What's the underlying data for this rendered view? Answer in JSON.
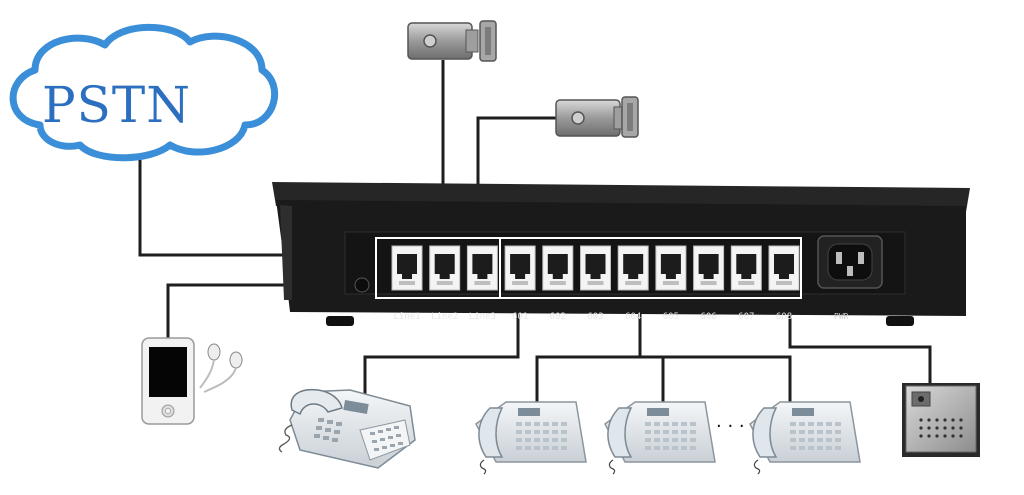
{
  "cloud": {
    "label": "PSTN",
    "color": "#2c6fc0"
  },
  "device": {
    "ports": [
      {
        "label": "Line1"
      },
      {
        "label": "Line2"
      },
      {
        "label": "Line3"
      },
      {
        "label": "601"
      },
      {
        "label": "602"
      },
      {
        "label": "603"
      },
      {
        "label": "604"
      },
      {
        "label": "605"
      },
      {
        "label": "606"
      },
      {
        "label": "607"
      },
      {
        "label": "608"
      }
    ],
    "power_label": "PWR"
  },
  "icons": {
    "door_lock": "door-lock-icon",
    "mp3_player": "mp3-player-icon",
    "earphones": "earphones-icon",
    "desk_phone": "desk-phone-icon",
    "door_intercom": "door-intercom-icon"
  },
  "ellipsis": "· · ·"
}
